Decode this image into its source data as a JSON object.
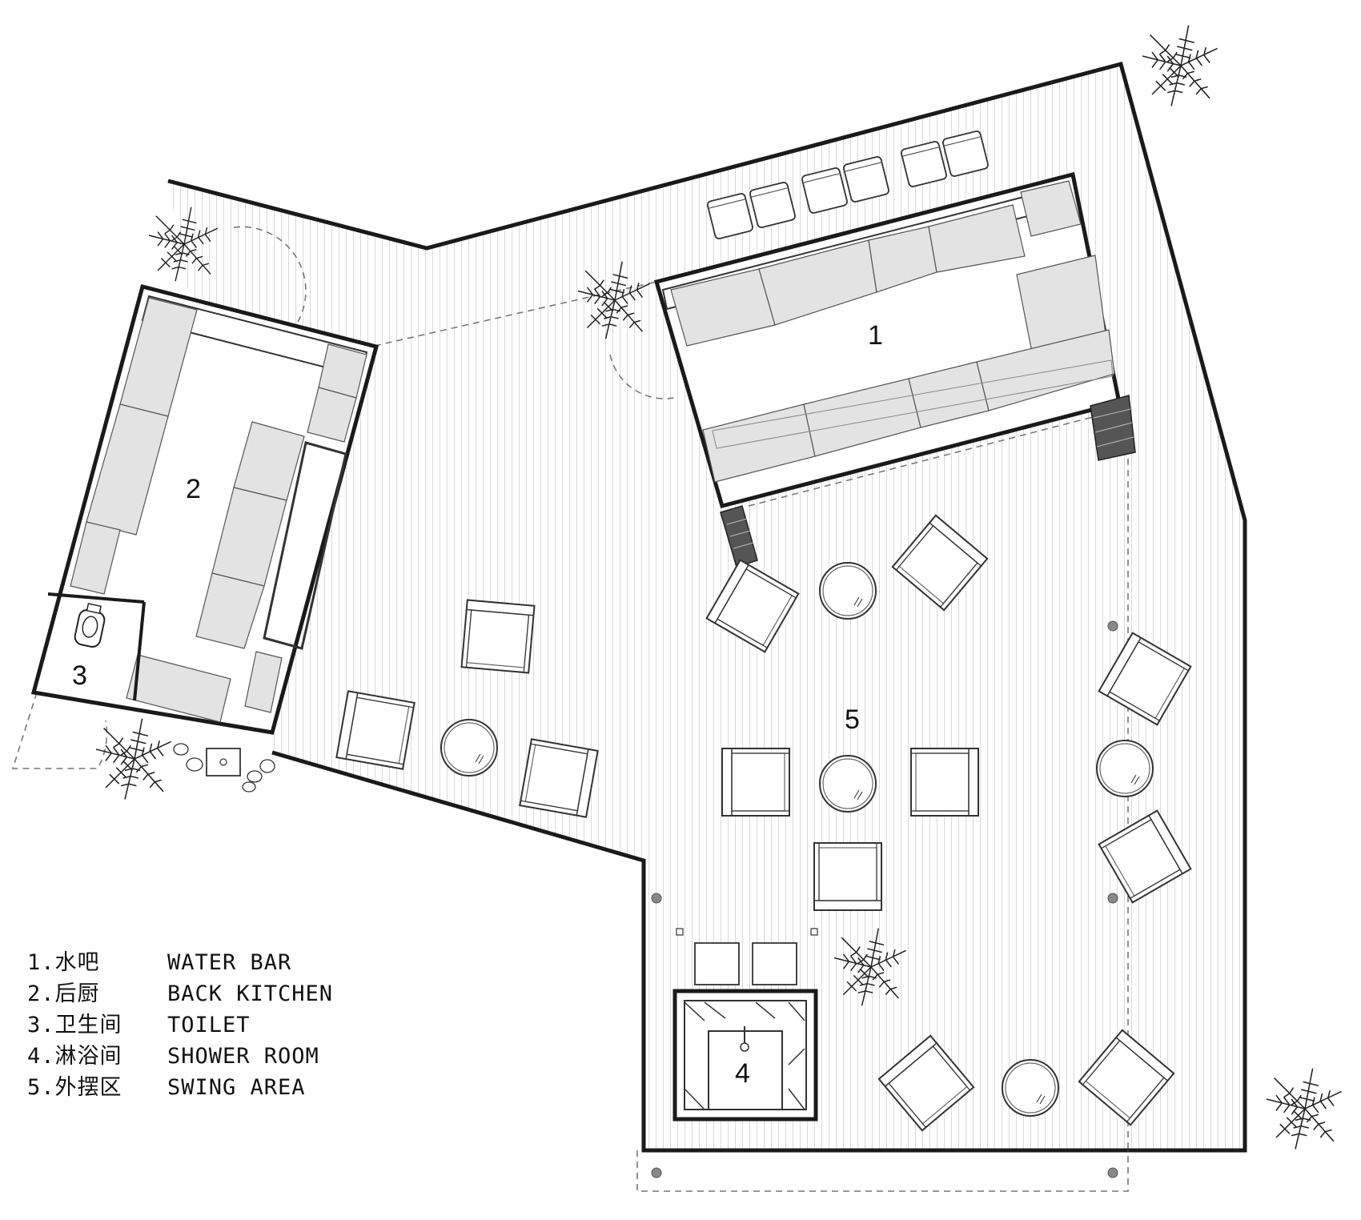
{
  "rooms": [
    {
      "num": "1"
    },
    {
      "num": "2"
    },
    {
      "num": "3"
    },
    {
      "num": "4"
    },
    {
      "num": "5"
    }
  ],
  "legend": [
    {
      "cn": "1.水吧",
      "en": "WATER BAR"
    },
    {
      "cn": "2.后厨",
      "en": "BACK KITCHEN"
    },
    {
      "cn": "3.卫生间",
      "en": "TOILET"
    },
    {
      "cn": "4.淋浴间",
      "en": "SHOWER ROOM"
    },
    {
      "cn": "5.外摆区",
      "en": "SWING AREA"
    }
  ],
  "colors": {
    "wall": "#1a1a1a",
    "counter": "#e3e3e3",
    "deck_line": "#c8c8c8",
    "furniture_stroke": "#333333"
  }
}
